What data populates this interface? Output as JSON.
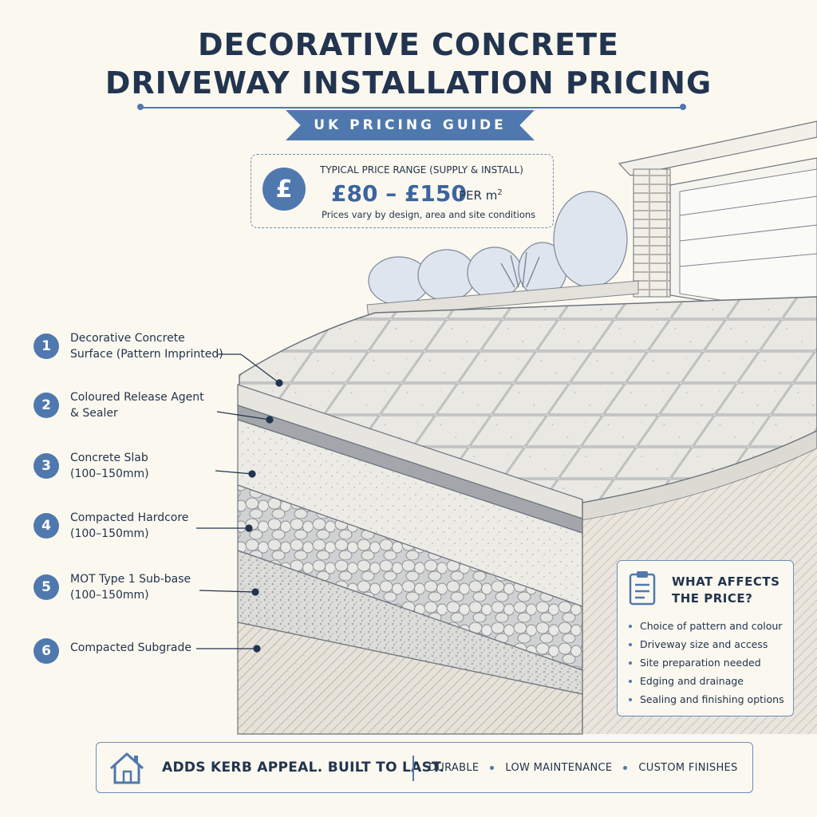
{
  "header": {
    "title_line1": "DECORATIVE CONCRETE",
    "title_line2": "DRIVEWAY INSTALLATION PRICING",
    "ribbon": "UK PRICING GUIDE"
  },
  "price": {
    "currency_icon": "pound-icon",
    "currency_symbol": "£",
    "label": "TYPICAL PRICE RANGE (SUPPLY & INSTALL)",
    "range": "£80 – £150",
    "unit": "PER m",
    "unit_sup": "2",
    "note": "Prices vary by design, area and site conditions"
  },
  "layers": [
    {
      "number": "1",
      "name": "Decorative Concrete Surface (Pattern Imprinted)"
    },
    {
      "number": "2",
      "name": "Coloured Release Agent & Sealer"
    },
    {
      "number": "3",
      "name": "Concrete Slab (100–150mm)"
    },
    {
      "number": "4",
      "name": "Compacted Hardcore (100–150mm)"
    },
    {
      "number": "5",
      "name": "MOT Type 1 Sub-base (100–150mm)"
    },
    {
      "number": "6",
      "name": "Compacted Subgrade"
    }
  ],
  "factors": {
    "icon": "clipboard-icon",
    "title": "WHAT AFFECTS THE PRICE?",
    "items": [
      "Choice of pattern and colour",
      "Driveway size and access",
      "Site preparation needed",
      "Edging and drainage",
      "Sealing and finishing options"
    ]
  },
  "footer": {
    "icon": "home-icon",
    "tagline": "ADDS KERB APPEAL. BUILT TO LAST.",
    "features": [
      "DURABLE",
      "LOW MAINTENANCE",
      "CUSTOM FINISHES"
    ]
  },
  "colors": {
    "accent": "#4f78ae",
    "text": "#22344f",
    "background": "#fbf8ef"
  }
}
